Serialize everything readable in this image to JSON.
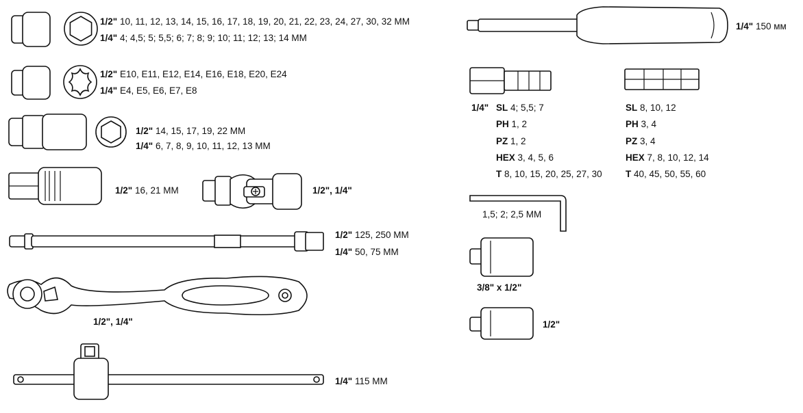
{
  "sockets_hex": {
    "half": {
      "size": "1/2\"",
      "values": "10, 11, 12, 13, 14, 15, 16, 17, 18, 19, 20, 21, 22, 23, 24, 27, 30, 32 MM"
    },
    "quarter": {
      "size": "1/4\"",
      "values": "4; 4,5; 5; 5,5; 6; 7; 8; 9; 10; 11; 12; 13; 14 MM"
    }
  },
  "sockets_torx": {
    "half": {
      "size": "1/2\"",
      "values": "E10, E11, E12, E14, E16, E18, E20, E24"
    },
    "quarter": {
      "size": "1/4\"",
      "values": "E4, E5, E6, E7, E8"
    }
  },
  "sockets_deep": {
    "half": {
      "size": "1/2\"",
      "values": "14, 15, 17, 19, 22 MM"
    },
    "quarter": {
      "size": "1/4\"",
      "values": "6, 7, 8, 9, 10, 11, 12, 13 MM"
    }
  },
  "bit_socket": {
    "size": "1/2\"",
    "values": "16, 21 MM"
  },
  "universal_joint": {
    "label": "1/2\", 1/4\""
  },
  "extension_bar": {
    "half": {
      "size": "1/2\"",
      "values": "125, 250 MM"
    },
    "quarter": {
      "size": "1/4\"",
      "values": "50, 75 MM"
    }
  },
  "ratchet": {
    "label": "1/2\", 1/4\""
  },
  "t_bar": {
    "size": "1/4\"",
    "values": "115 MM"
  },
  "screwdriver": {
    "size": "1/4\"",
    "values": "150 мм"
  },
  "bits_short": {
    "size": "1/4\"",
    "rows": [
      {
        "type": "SL",
        "values": "4; 5,5; 7"
      },
      {
        "type": "PH",
        "values": "1, 2"
      },
      {
        "type": "PZ",
        "values": "1, 2"
      },
      {
        "type": "HEX",
        "values": "3, 4, 5, 6"
      },
      {
        "type": "T",
        "values": "8, 10, 15, 20, 25, 27, 30"
      }
    ]
  },
  "bits_long": {
    "rows": [
      {
        "type": "SL",
        "values": "8, 10, 12"
      },
      {
        "type": "PH",
        "values": "3, 4"
      },
      {
        "type": "PZ",
        "values": "3, 4"
      },
      {
        "type": "HEX",
        "values": "7, 8, 10, 12, 14"
      },
      {
        "type": "T",
        "values": "40, 45, 50, 55, 60"
      }
    ]
  },
  "hex_key": {
    "values": "1,5; 2; 2,5 MM"
  },
  "adapter": {
    "label": "3/8\" x 1/2\""
  },
  "adapter_small": {
    "label": "1/2\""
  }
}
